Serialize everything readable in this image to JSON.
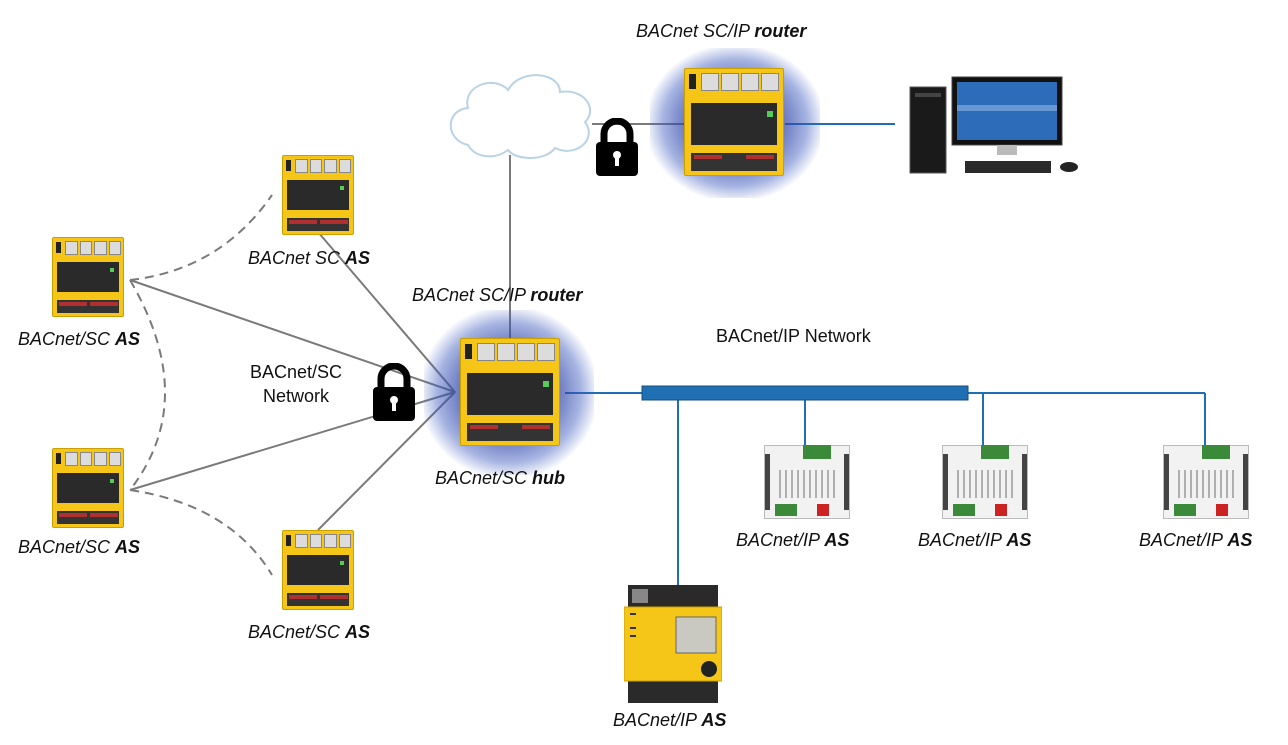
{
  "diagram": {
    "title": "BACnet/SC network topology",
    "colors": {
      "sc_link": "#7a7a7a",
      "ip_link": "#1f6fb2",
      "bus": "#1f6fb2",
      "device_yellow": "#f5c518",
      "glow": "#2a3ca0"
    },
    "labels": {
      "router_top": {
        "italic": "BACnet SC/IP ",
        "bold": "router"
      },
      "router_hub": {
        "italic": "BACnet SC/IP ",
        "bold": "router"
      },
      "hub": {
        "italic": "BACnet/SC ",
        "bold": "hub"
      },
      "sc_as_top": {
        "italic": "BACnet SC ",
        "bold": "AS"
      },
      "sc_as_left1": {
        "italic": "BACnet/SC ",
        "bold": "AS"
      },
      "sc_as_left2": {
        "italic": "BACnet/SC ",
        "bold": "AS"
      },
      "sc_as_bottom": {
        "italic": "BACnet/SC ",
        "bold": "AS"
      },
      "ip_as_1": {
        "italic": "BACnet/IP ",
        "bold": "AS"
      },
      "ip_as_2": {
        "italic": "BACnet/IP ",
        "bold": "AS"
      },
      "ip_as_3": {
        "italic": "BACnet/IP ",
        "bold": "AS"
      },
      "ip_as_4": {
        "italic": "BACnet/IP ",
        "bold": "AS"
      },
      "sc_network_line1": "BACnet/SC",
      "sc_network_line2": "Network",
      "ip_network": "BACnet/IP Network"
    },
    "icons": [
      "cloud-icon",
      "lock-icon",
      "lock-icon",
      "workstation-icon"
    ]
  }
}
